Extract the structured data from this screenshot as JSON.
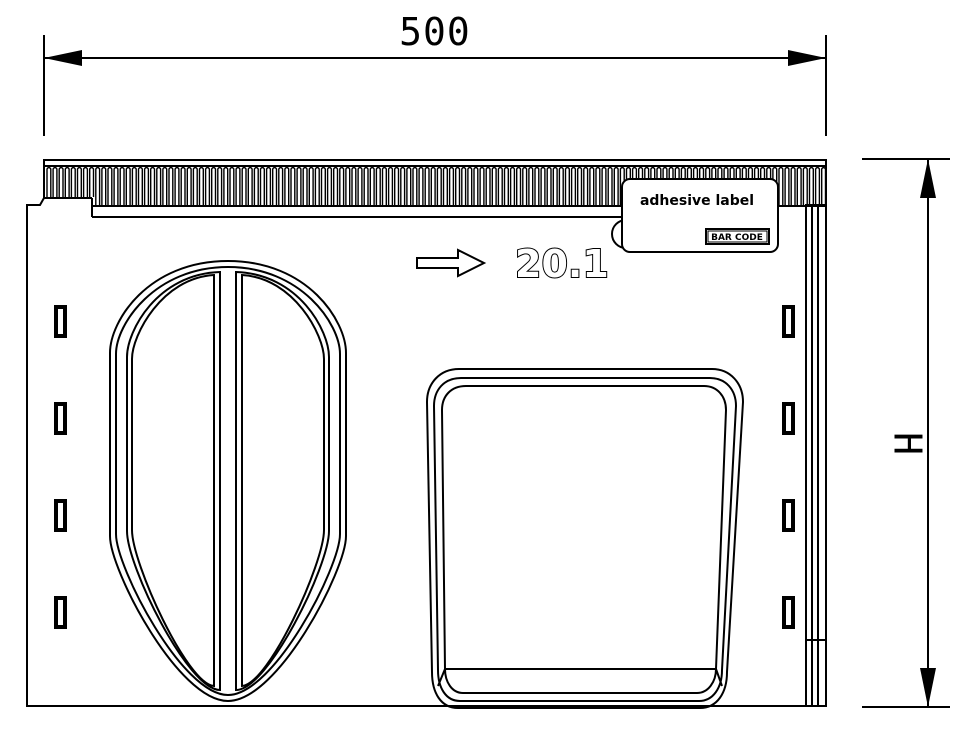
{
  "dimensions": {
    "width_label": "500",
    "height_label": "H"
  },
  "label": {
    "text": "adhesive label",
    "barcode": "BAR CODE"
  },
  "marking": {
    "code": "20.1"
  },
  "colors": {
    "line": "#000000",
    "background": "#ffffff"
  }
}
